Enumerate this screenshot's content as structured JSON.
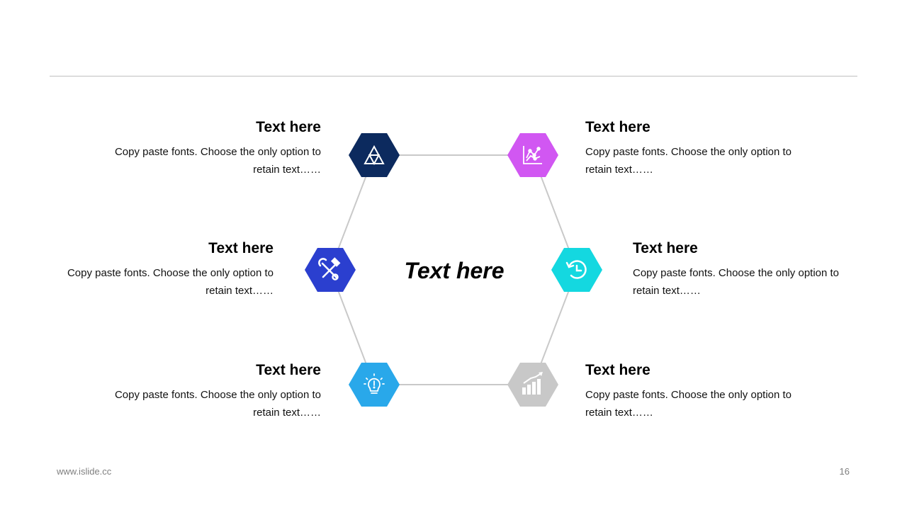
{
  "center_title": "Text here",
  "items": [
    {
      "title": "Text here",
      "desc": "Copy paste fonts. Choose the only option to retain text……",
      "icon": "triangle-nodes-icon",
      "color": "#0c2a5e"
    },
    {
      "title": "Text here",
      "desc": "Copy paste fonts. Choose the only option to retain text……",
      "icon": "tools-icon",
      "color": "#2b3fcf"
    },
    {
      "title": "Text here",
      "desc": "Copy paste fonts. Choose the only option to retain text……",
      "icon": "lightbulb-icon",
      "color": "#29a8ea"
    },
    {
      "title": "Text here",
      "desc": "Copy paste fonts. Choose the only option to retain text……",
      "icon": "line-chart-icon",
      "color": "#d157f2"
    },
    {
      "title": "Text here",
      "desc": "Copy paste fonts. Choose the only option to retain text……",
      "icon": "history-icon",
      "color": "#14d8e0"
    },
    {
      "title": "Text here",
      "desc": "Copy paste fonts. Choose the only option to retain text……",
      "icon": "growth-bars-icon",
      "color": "#c8c8c8"
    }
  ],
  "footer": {
    "url": "www.islide.cc",
    "page": "16"
  }
}
